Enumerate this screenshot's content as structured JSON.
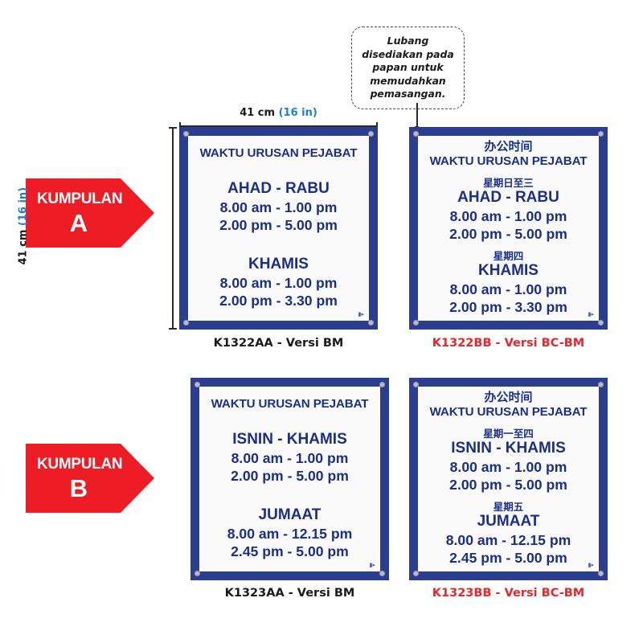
{
  "callout": {
    "text": "Lubang disediakan pada papan untuk memudahkan pemasangan."
  },
  "dimensions": {
    "width_cm": "41 cm",
    "width_in": "(16 in)",
    "height_cm": "41 cm",
    "height_in": "(16 in)"
  },
  "groups": [
    {
      "id": "A",
      "label": "KUMPULAN",
      "letter": "A",
      "color": "#ee1c25"
    },
    {
      "id": "B",
      "label": "KUMPULAN",
      "letter": "B",
      "color": "#ee1c25"
    }
  ],
  "signs": [
    {
      "code": "K1322AA",
      "caption": "K1322AA - Versi BM",
      "caption_color": "#1b1b1b",
      "has_chinese": false,
      "cn_title": "",
      "title": "WAKTU URUSAN PEJABAT",
      "sections": [
        {
          "cn_day": "",
          "day": "AHAD - RABU",
          "times": [
            "8.00 am - 1.00 pm",
            "2.00 pm - 5.00 pm"
          ]
        },
        {
          "cn_day": "",
          "day": "KHAMIS",
          "times": [
            "8.00 am - 1.00 pm",
            "2.00 pm - 3.30 pm"
          ]
        }
      ]
    },
    {
      "code": "K1322BB",
      "caption": "K1322BB - Versi BC-BM",
      "caption_color": "#e8262b",
      "has_chinese": true,
      "cn_title": "办公时间",
      "title": "WAKTU URUSAN PEJABAT",
      "sections": [
        {
          "cn_day": "星期日至三",
          "day": "AHAD - RABU",
          "times": [
            "8.00 am - 1.00 pm",
            "2.00 pm - 5.00 pm"
          ]
        },
        {
          "cn_day": "星期四",
          "day": "KHAMIS",
          "times": [
            "8.00 am - 1.00 pm",
            "2.00 pm - 3.30 pm"
          ]
        }
      ]
    },
    {
      "code": "K1323AA",
      "caption": "K1323AA - Versi BM",
      "caption_color": "#1b1b1b",
      "has_chinese": false,
      "cn_title": "",
      "title": "WAKTU URUSAN PEJABAT",
      "sections": [
        {
          "cn_day": "",
          "day": "ISNIN - KHAMIS",
          "times": [
            "8.00 am - 1.00 pm",
            "2.00 pm - 5.00 pm"
          ]
        },
        {
          "cn_day": "",
          "day": "JUMAAT",
          "times": [
            "8.00 am - 12.15 pm",
            "2.45 pm - 5.00 pm"
          ]
        }
      ]
    },
    {
      "code": "K1323BB",
      "caption": "K1323BB - Versi BC-BM",
      "caption_color": "#e8262b",
      "has_chinese": true,
      "cn_title": "办公时间",
      "title": "WAKTU URUSAN PEJABAT",
      "sections": [
        {
          "cn_day": "星期一至四",
          "day": "ISNIN - KHAMIS",
          "times": [
            "8.00 am - 1.00 pm",
            "2.00 pm - 5.00 pm"
          ]
        },
        {
          "cn_day": "星期五",
          "day": "JUMAAT",
          "times": [
            "8.00 am - 12.15 pm",
            "2.45 pm - 5.00 pm"
          ]
        }
      ]
    }
  ],
  "colors": {
    "sign_border": "#2a3d8f",
    "sign_text": "#1b2f8a",
    "arrow_red": "#ee1c25",
    "caption_red": "#e8262b",
    "dim_blue": "#1b7fd4"
  }
}
